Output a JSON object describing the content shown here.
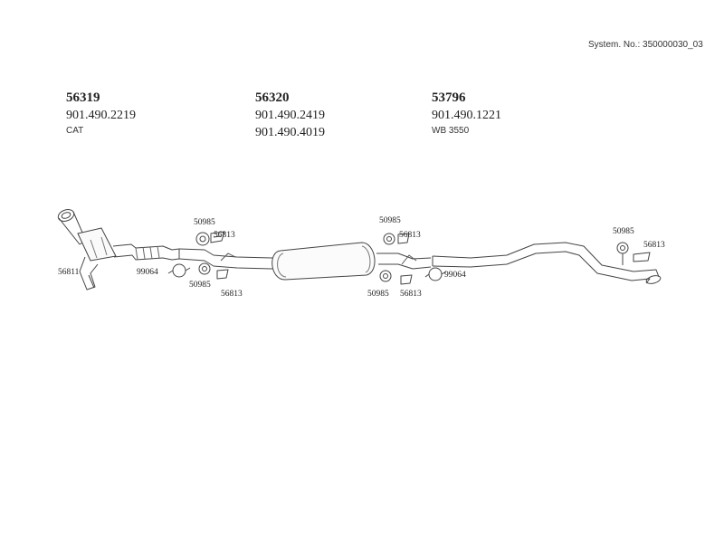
{
  "header": {
    "system_no": "System. No.: 350000030_03"
  },
  "parts": [
    {
      "main": "56319",
      "numbers": [
        "901.490.2219"
      ],
      "note": "CAT"
    },
    {
      "main": "56320",
      "numbers": [
        "901.490.2419",
        "901.490.4019"
      ],
      "note": ""
    },
    {
      "main": "53796",
      "numbers": [
        "901.490.1221"
      ],
      "note": "WB 3550"
    }
  ],
  "labels": {
    "hanger_a": "50985",
    "bracket_a": "56813",
    "clamp_a": "99064",
    "hanger_b": "50985",
    "bracket_b": "56813",
    "bracket_cat": "56811",
    "hanger_c": "50985",
    "bracket_c": "56813",
    "hanger_d": "50985",
    "bracket_d": "56813",
    "clamp_b": "99064",
    "hanger_e": "50985",
    "bracket_e": "56813"
  }
}
